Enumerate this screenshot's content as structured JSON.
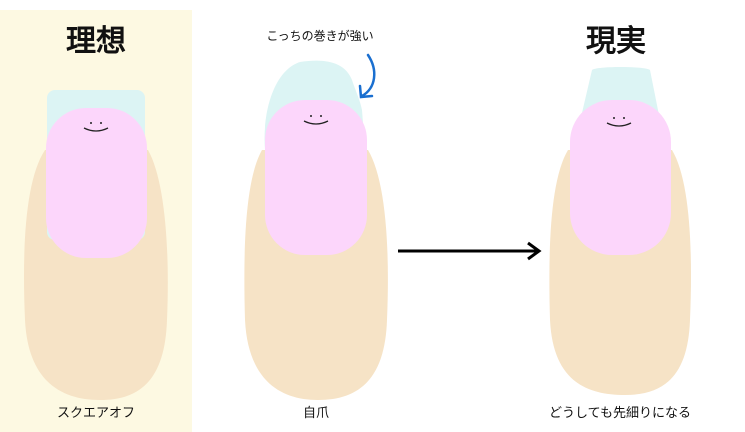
{
  "ideal": {
    "title": "理想",
    "caption": "スクエアオフ"
  },
  "natural": {
    "caption": "自爪",
    "annotation": "こっちの巻きが強い"
  },
  "reality": {
    "title": "現実",
    "caption": "どうしても先細りになる"
  },
  "colors": {
    "panel": "#fdf9e2",
    "skin": "#f6e3c6",
    "nail": "#fcd6fb",
    "tip": "#dcf4f4",
    "annotation_arrow": "#1a6fd0"
  }
}
